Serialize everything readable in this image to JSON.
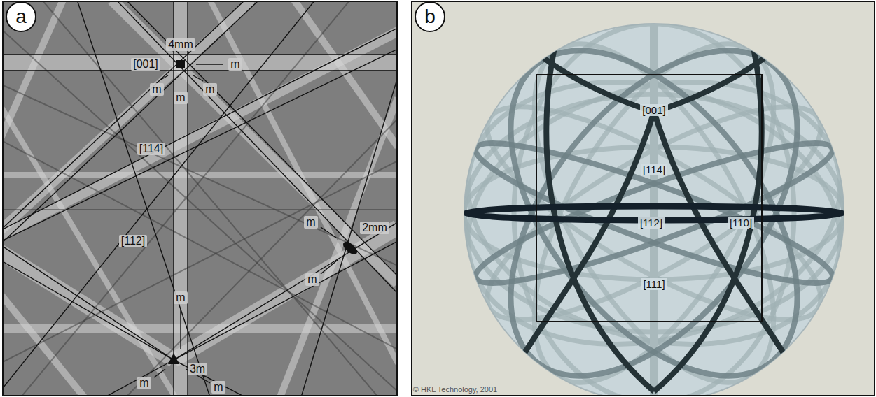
{
  "diagram": {
    "nodes": [
      {
        "text": [
          "a"
        ]
      },
      {
        "text": [
          "b"
        ]
      }
    ],
    "labels": [
      "4mm",
      "m",
      "[001]",
      "m",
      "m",
      "m",
      "[114]",
      "m",
      "2mm",
      "m",
      "[112]",
      "m",
      "3m",
      "m",
      "m",
      "[001]",
      "[114]",
      "[112]",
      "[110]",
      "[111]",
      "© HKL Technology, 2001"
    ]
  }
}
